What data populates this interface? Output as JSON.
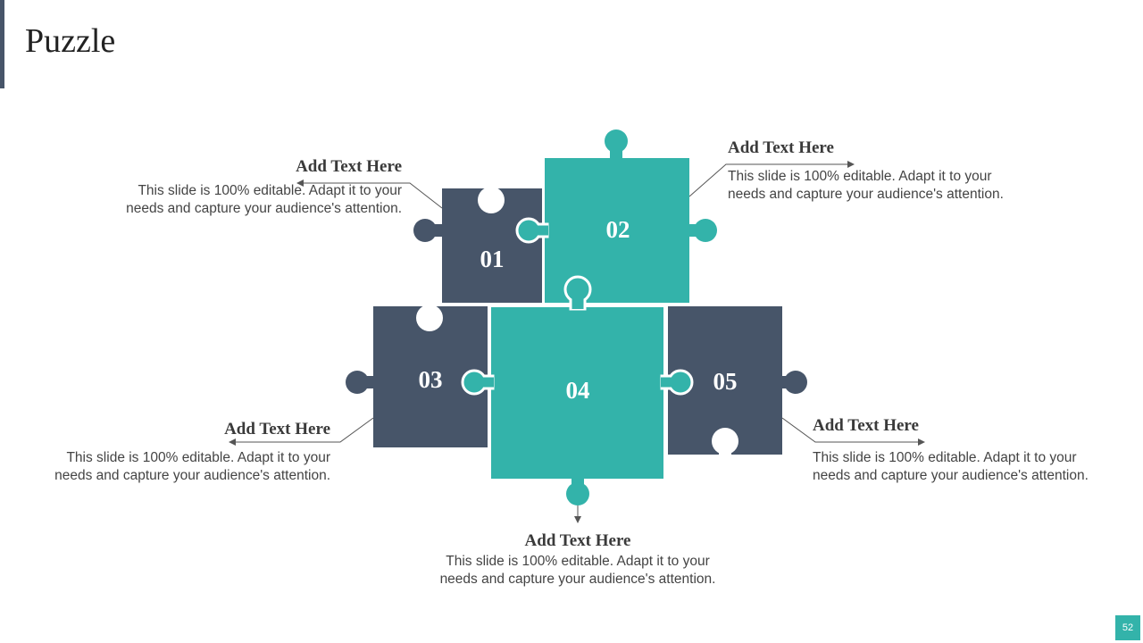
{
  "slide": {
    "title": "Puzzle",
    "page_number": "52"
  },
  "colors": {
    "navy": "#475569",
    "teal": "#33b3aa",
    "text_dark": "#3a3a3a",
    "text_body": "#444444"
  },
  "pieces": [
    {
      "id": "01",
      "label": "01",
      "color": "navy"
    },
    {
      "id": "02",
      "label": "02",
      "color": "teal"
    },
    {
      "id": "03",
      "label": "03",
      "color": "navy"
    },
    {
      "id": "04",
      "label": "04",
      "color": "teal"
    },
    {
      "id": "05",
      "label": "05",
      "color": "navy"
    }
  ],
  "callouts": [
    {
      "for": "01",
      "heading": "Add Text Here",
      "body_line1": "This slide is 100% editable. Adapt it to your",
      "body_line2": "needs and capture your audience's attention."
    },
    {
      "for": "02",
      "heading": "Add Text Here",
      "body_line1": "This slide is 100% editable. Adapt it to your",
      "body_line2": "needs and capture your audience's attention."
    },
    {
      "for": "03",
      "heading": "Add Text Here",
      "body_line1": "This slide is 100% editable. Adapt it to your",
      "body_line2": "needs and capture your audience's attention."
    },
    {
      "for": "04",
      "heading": "Add Text Here",
      "body_line1": "This slide is 100% editable. Adapt it to your",
      "body_line2": "needs and capture your audience's attention."
    },
    {
      "for": "05",
      "heading": "Add Text Here",
      "body_line1": "This slide is 100% editable. Adapt it to your",
      "body_line2": "needs and capture your audience's attention."
    }
  ]
}
